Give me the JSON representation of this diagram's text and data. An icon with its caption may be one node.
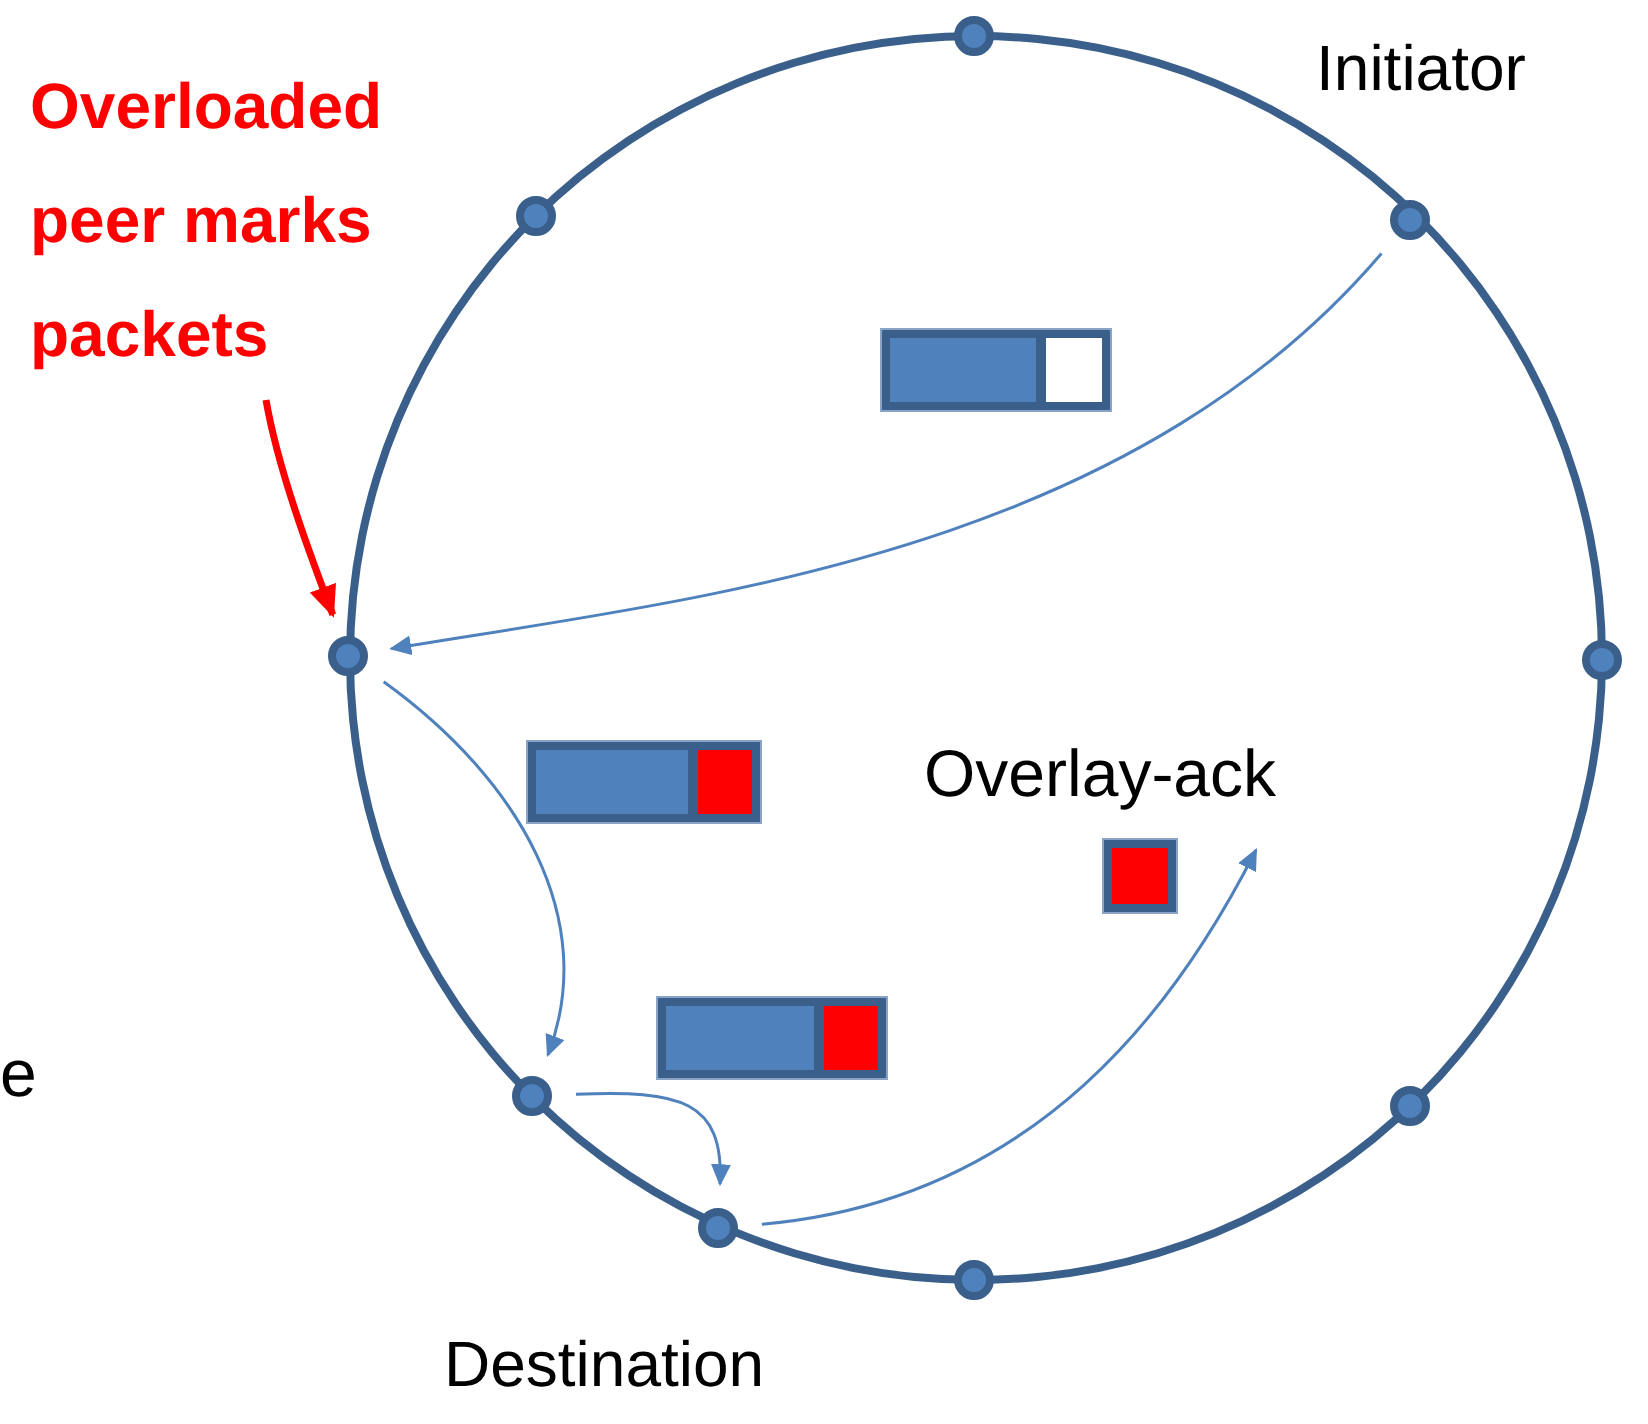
{
  "diagram": {
    "nodes": [
      {
        "text": [],
        "shape": "circle"
      },
      {
        "text": [
          "Overloaded peer marks packets"
        ]
      },
      {
        "text": [],
        "shape": "circle"
      },
      {
        "text": [],
        "shape": "circle",
        "beside": [
          "Initiator"
        ]
      },
      {
        "text": [],
        "shape": "circle"
      },
      {
        "text": [],
        "shape": "circle"
      },
      {
        "text": [],
        "shape": "circle"
      },
      {
        "text": [],
        "shape": "circle"
      },
      {
        "text": [],
        "shape": "circle",
        "beside": [
          "Destination"
        ]
      },
      {
        "text": [],
        "shape": "circle"
      }
    ],
    "edges": [
      {
        "from": 1,
        "to": 4,
        "arrow": "to",
        "style": "thick",
        "color": "#ff0000"
      },
      {
        "from": 3,
        "to": 4,
        "arrow": "to"
      },
      {
        "from": 4,
        "to": 6,
        "arrow": "to"
      },
      {
        "from": 6,
        "to": 8,
        "arrow": "to"
      },
      {
        "from": 8,
        "to": null,
        "arrow": "to"
      }
    ],
    "labels": [
      "Overlay-ack",
      "e"
    ]
  }
}
